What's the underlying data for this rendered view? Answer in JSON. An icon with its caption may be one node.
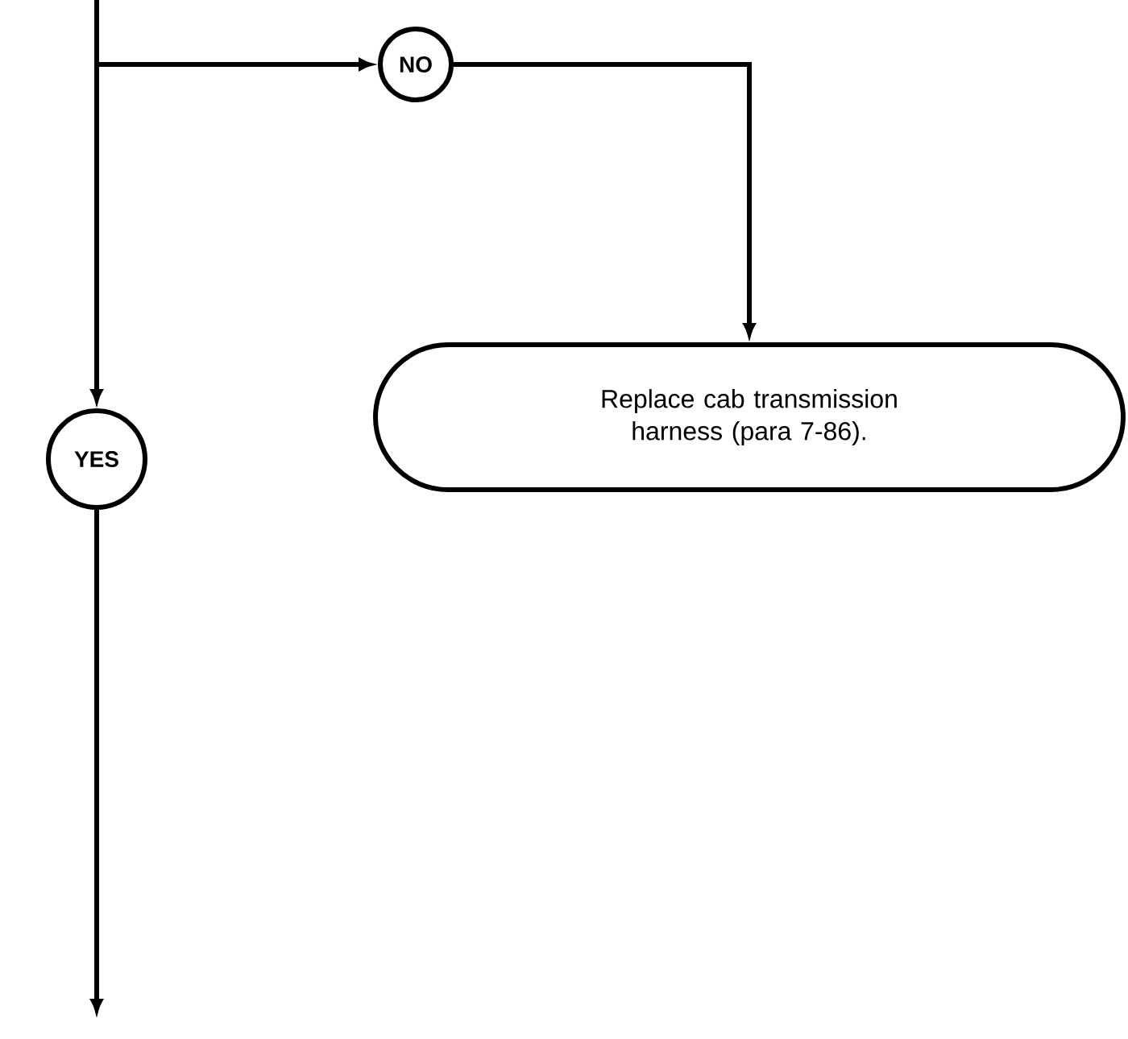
{
  "diagram": {
    "nodes": [
      {
        "text": [
          "NO"
        ]
      },
      {
        "text": [
          "Replace cab transmission harness (para 7-86)."
        ]
      },
      {
        "text": [
          "YES"
        ]
      }
    ],
    "edges": [
      {
        "from": null,
        "to": 0,
        "arrow": "to"
      },
      {
        "from": null,
        "to": 2,
        "arrow": "to"
      },
      {
        "from": 0,
        "to": 1,
        "arrow": "to"
      },
      {
        "from": 2,
        "to": null,
        "arrow": "to"
      }
    ]
  }
}
